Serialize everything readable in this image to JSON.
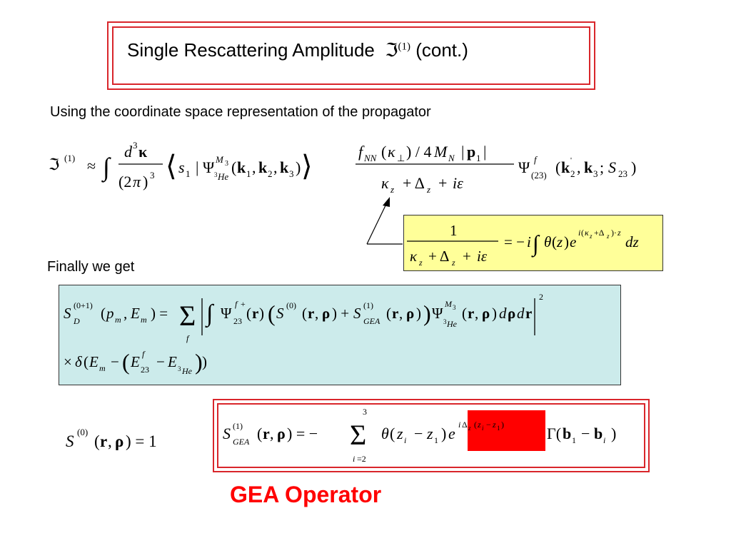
{
  "title": {
    "text": "Single Rescattering Amplitude",
    "symbol": "ℑ",
    "superscript": "(1)",
    "suffix": "(cont.)"
  },
  "intro_text": "Using the coordinate space representation of the propagator",
  "finally_text": "Finally we get",
  "gea_label": "GEA Operator",
  "colors": {
    "title_border": "#d9262b",
    "yellow_box": "#ffff99",
    "blue_box": "#ccebeb",
    "highlight": "#ff0000",
    "gea_label": "#ff0000"
  },
  "equations": {
    "amplitude": "ℑ(1) ≈ ∫ d³κ/(2π)³ ⟨s₁ | Ψ_{³He}^{M₃}(k₁,k₂,k₃)⟩ f_NN(κ⊥)/4M_N |p₁| / (κ_z + Δ_z + iε) Ψ_{(23)}^f(k₂',k₃; S₂₃)",
    "propagator": "1/(κ_z + Δ_z + iε) = −i ∫ θ(z) e^{i(κ_z+Δ_z)·z} dz",
    "cross_section": "S_D^{(0+1)}(p_m, E_m) = Σ_f | ∫ Ψ_{23}^{f+}(r) (S^{(0)}(r,ρ) + S_{GEA}^{(1)}(r,ρ)) Ψ_{³He}^{M₃}(r,ρ) dρ dr |² × δ(E_m − (E_{23}^f − E_{³He}))",
    "s0": "S^{(0)}(r,ρ) = 1",
    "gea": "S_{GEA}^{(1)}(r,ρ) = −Σ_{i=2}^{3} θ(z_i − z_1) e^{iΔ_z(z_i − z_1)} Γ(b_1 − b_i)"
  }
}
